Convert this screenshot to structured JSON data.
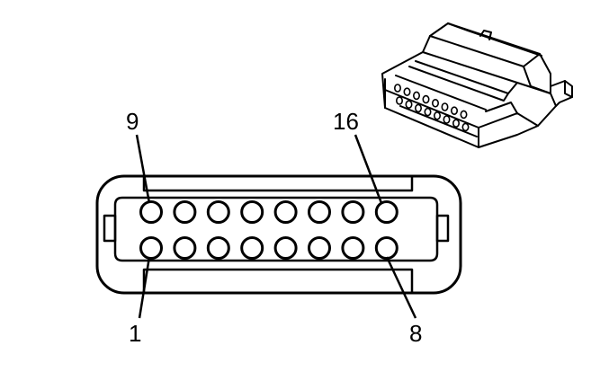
{
  "diagram": {
    "pin_labels": {
      "top_left": "9",
      "top_right": "16",
      "bottom_left": "1",
      "bottom_right": "8"
    },
    "pin_rows": [
      {
        "row": "top",
        "pins": [
          9,
          10,
          11,
          12,
          13,
          14,
          15,
          16
        ]
      },
      {
        "row": "bottom",
        "pins": [
          1,
          2,
          3,
          4,
          5,
          6,
          7,
          8
        ]
      }
    ],
    "pin_count": 16
  },
  "colors": {
    "line": "#000000",
    "background": "#ffffff"
  }
}
